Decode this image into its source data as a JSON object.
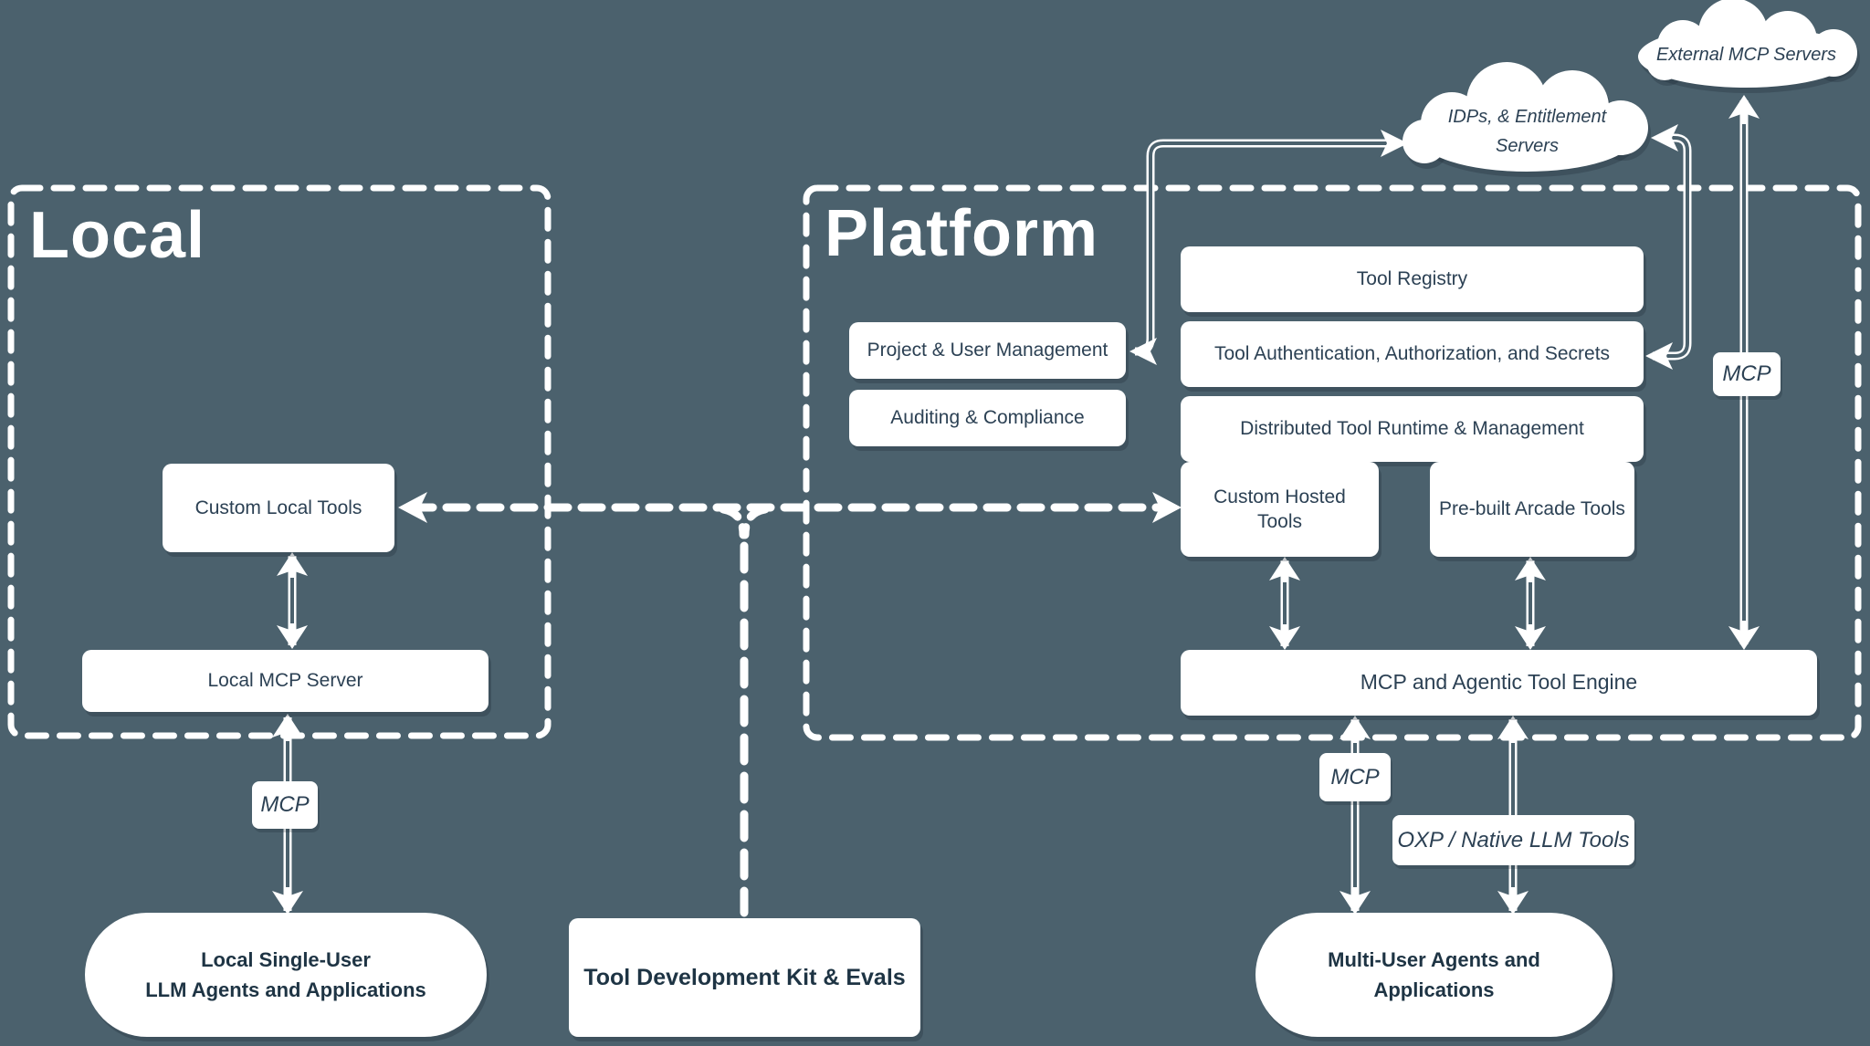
{
  "colors": {
    "background": "#4b616d",
    "node_fill": "#ffffff",
    "node_text": "#2c4154",
    "line": "#ffffff"
  },
  "local": {
    "title": "Local",
    "nodes": {
      "custom_local_tools": "Custom Local Tools",
      "local_mcp_server": "Local MCP Server"
    }
  },
  "platform": {
    "title": "Platform",
    "nodes": {
      "tool_registry": "Tool Registry",
      "tool_auth": "Tool Authentication, Authorization, and Secrets",
      "distributed_runtime": "Distributed Tool Runtime & Management",
      "project_user_mgmt": "Project & User Management",
      "auditing_compliance": "Auditing & Compliance",
      "custom_hosted_tools": "Custom Hosted Tools",
      "prebuilt_arcade_tools": "Pre-built Arcade Tools",
      "mcp_engine": "MCP and Agentic Tool Engine"
    }
  },
  "clouds": {
    "external": {
      "label": "External MCP Servers"
    },
    "idps": {
      "line1": "IDPs, & Entitlement",
      "line2": "Servers"
    }
  },
  "standalone": {
    "tool_dev_kit": "Tool Development Kit & Evals"
  },
  "pills": {
    "local_single_user": {
      "line1": "Local Single-User",
      "line2": "LLM Agents and Applications"
    },
    "multi_user": {
      "line1": "Multi-User Agents and",
      "line2": "Applications"
    }
  },
  "edge_labels": {
    "local_mcp": "MCP",
    "platform_mcp": "MCP",
    "external_mcp": "MCP",
    "oxp": "OXP / Native LLM Tools"
  }
}
